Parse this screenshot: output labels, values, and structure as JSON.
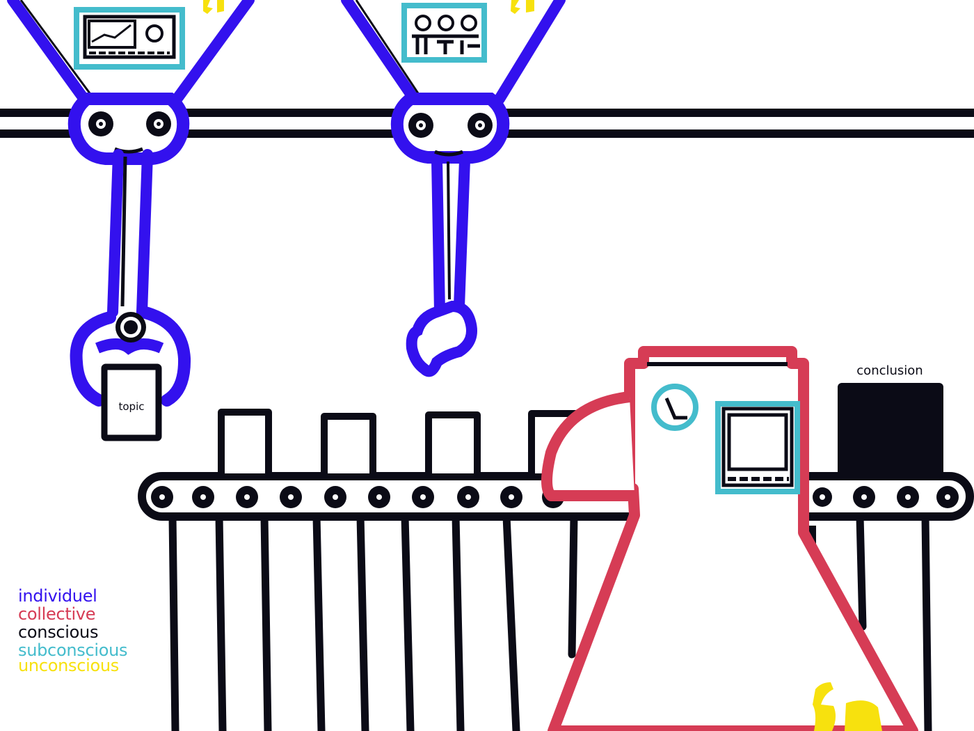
{
  "labels": {
    "topic": "topic",
    "conclusion": "conclusion"
  },
  "legend": [
    {
      "label": "individuel",
      "color": "#3311ee"
    },
    {
      "label": "collective",
      "color": "#d63c55"
    },
    {
      "label": "conscious",
      "color": "#0b0b16"
    },
    {
      "label": "subconscious",
      "color": "#44bccc"
    },
    {
      "label": "unconscious",
      "color": "#f7e10e"
    }
  ],
  "colors": {
    "individual": "#3311ee",
    "collective": "#d63c55",
    "conscious": "#0b0b16",
    "subconscious": "#44bccc",
    "unconscious": "#f7e10e"
  },
  "icons": [
    "chart-screen-icon",
    "control-panel-icon",
    "clock-icon",
    "monitor-icon",
    "lightning-icon"
  ]
}
